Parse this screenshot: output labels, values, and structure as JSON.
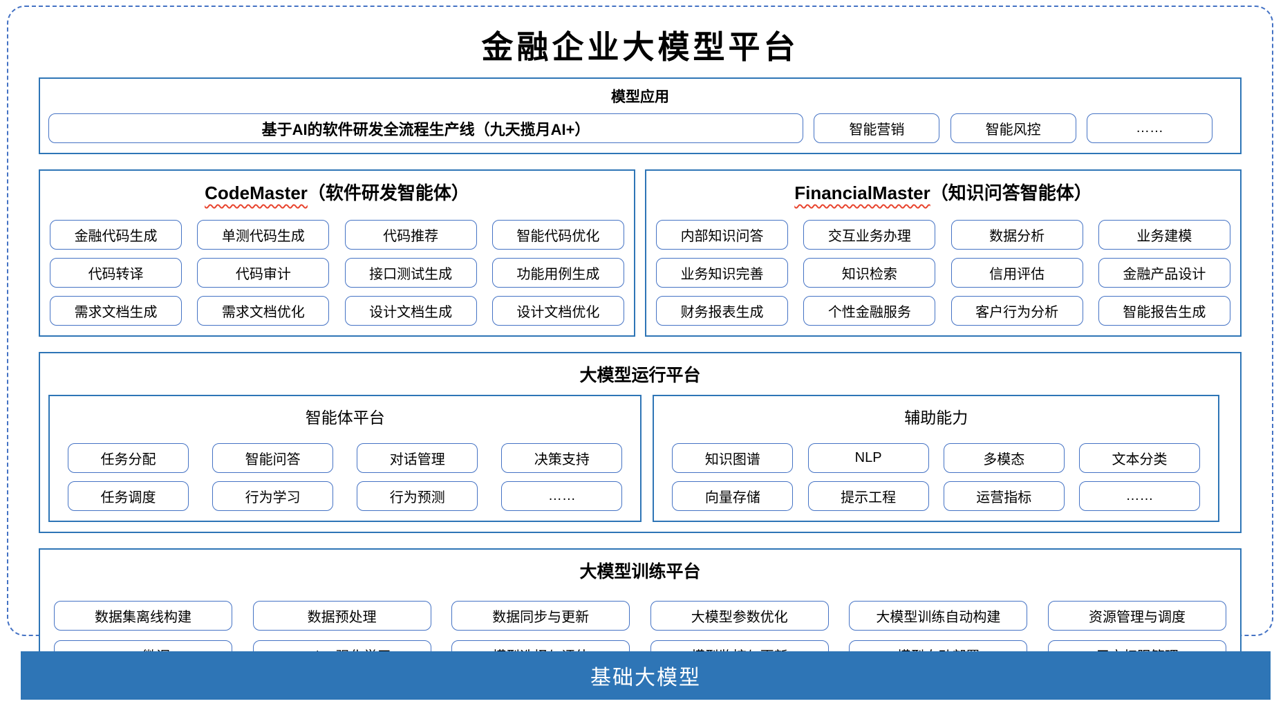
{
  "title": "金融企业大模型平台",
  "colors": {
    "section_border": "#2E75B6",
    "button_border": "#4472C4",
    "dashed_border": "#4472C4",
    "foundation_bar_bg": "#2E75B6",
    "foundation_bar_text": "#FFFFFF",
    "spellcheck_wavy": "#E8442E",
    "text": "#000000"
  },
  "sections": {
    "model_app": {
      "title": "模型应用",
      "main_button": "基于AI的软件研发全流程生产线（九天揽月AI+）",
      "buttons": [
        "智能营销",
        "智能风控",
        "……"
      ]
    },
    "agents": [
      {
        "title_en": "CodeMaster",
        "title_zh": "（软件研发智能体）",
        "rows": [
          [
            "金融代码生成",
            "单测代码生成",
            "代码推荐",
            "智能代码优化"
          ],
          [
            "代码转译",
            "代码审计",
            "接口测试生成",
            "功能用例生成"
          ],
          [
            "需求文档生成",
            "需求文档优化",
            "设计文档生成",
            "设计文档优化"
          ]
        ]
      },
      {
        "title_en": "FinancialMaster",
        "title_zh": "（知识问答智能体）",
        "rows": [
          [
            "内部知识问答",
            "交互业务办理",
            "数据分析",
            "业务建模"
          ],
          [
            "业务知识完善",
            "知识检索",
            "信用评估",
            "金融产品设计"
          ],
          [
            "财务报表生成",
            "个性金融服务",
            "客户行为分析",
            "智能报告生成"
          ]
        ]
      }
    ],
    "runtime": {
      "title": "大模型运行平台",
      "panels": [
        {
          "title": "智能体平台",
          "rows": [
            [
              "任务分配",
              "智能问答",
              "对话管理",
              "决策支持"
            ],
            [
              "任务调度",
              "行为学习",
              "行为预测",
              "……"
            ]
          ]
        },
        {
          "title": "辅助能力",
          "rows": [
            [
              "知识图谱",
              "NLP",
              "多模态",
              "文本分类"
            ],
            [
              "向量存储",
              "提示工程",
              "运营指标",
              "……"
            ]
          ]
        }
      ]
    },
    "training": {
      "title": "大模型训练平台",
      "rows": [
        [
          "数据集离线构建",
          "数据预处理",
          "数据同步与更新",
          "大模型参数优化",
          "大模型训练自动构建",
          "资源管理与调度"
        ],
        [
          "SFT微调",
          "RM/RL强化学习",
          "模型选择与评估",
          "模型监控与更新",
          "模型自动部署",
          "用户权限管理"
        ]
      ]
    },
    "foundation": {
      "title": "基础大模型"
    }
  }
}
